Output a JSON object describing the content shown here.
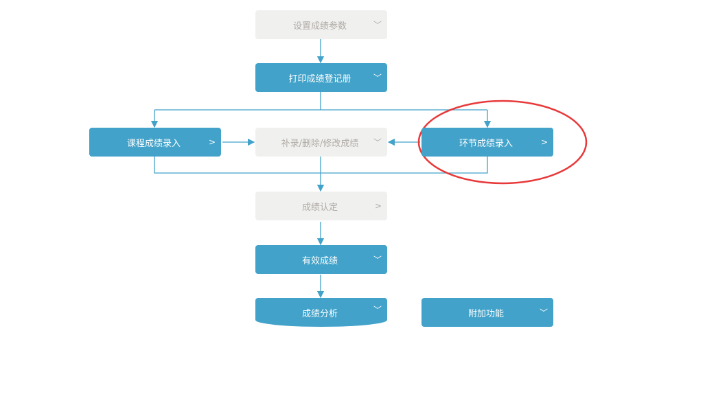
{
  "nodes": [
    {
      "id": "set-params",
      "label": "设置成绩参数",
      "style": "gray",
      "chevron": "down"
    },
    {
      "id": "print-register",
      "label": "打印成绩登记册",
      "style": "blue",
      "chevron": "down"
    },
    {
      "id": "course-entry",
      "label": "课程成绩录入",
      "style": "blue",
      "chevron": "right"
    },
    {
      "id": "modify-scores",
      "label": "补录/删除/修改成绩",
      "style": "gray",
      "chevron": "down"
    },
    {
      "id": "stage-entry",
      "label": "环节成绩录入",
      "style": "blue",
      "chevron": "right"
    },
    {
      "id": "score-confirm",
      "label": "成绩认定",
      "style": "gray",
      "chevron": "right"
    },
    {
      "id": "valid-scores",
      "label": "有效成绩",
      "style": "blue",
      "chevron": "down"
    },
    {
      "id": "score-analysis",
      "label": "成绩分析",
      "style": "blue",
      "chevron": "down"
    },
    {
      "id": "extra-functions",
      "label": "附加功能",
      "style": "blue",
      "chevron": "down"
    }
  ],
  "colors": {
    "accent": "#42a2c9",
    "disabled_bg": "#f0f1ef",
    "disabled_text": "#b0aaa6",
    "highlight": "#e8393a"
  },
  "highlighted": "stage-entry"
}
